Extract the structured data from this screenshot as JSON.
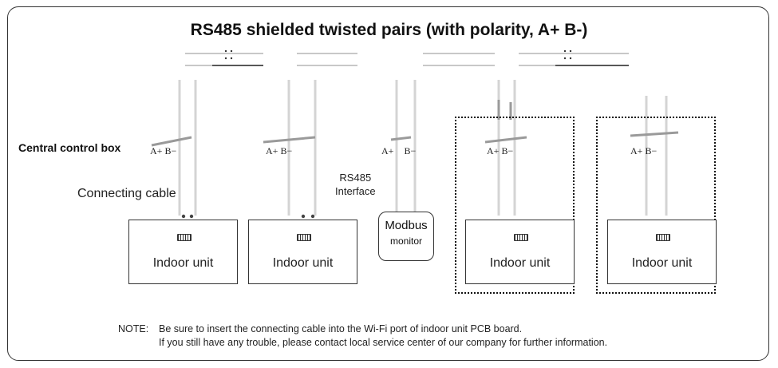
{
  "title": "RS485 shielded twisted pairs (with polarity, A+ B-)",
  "central_control_box_label": "Central control box",
  "connecting_cable_label": "Connecting cable",
  "rs485_interface_label": [
    "RS485",
    "Interface"
  ],
  "terminals": [
    {
      "a": "A+",
      "b": "B−"
    },
    {
      "a": "A+",
      "b": "B−"
    },
    {
      "a": "A+",
      "b": "B−"
    },
    {
      "a": "A+",
      "b": "B−"
    },
    {
      "a": "A+",
      "b": "B−"
    }
  ],
  "indoor_units": [
    "Indoor unit",
    "Indoor unit",
    "Indoor unit",
    "Indoor unit"
  ],
  "modbus_monitor": {
    "line1": "Modbus",
    "line2": "monitor"
  },
  "note": {
    "prefix": "NOTE:",
    "line1": "Be sure to insert the connecting cable into the Wi-Fi port of indoor unit PCB board.",
    "line2": "If you still have any trouble, please contact local service center of our company for further information."
  }
}
